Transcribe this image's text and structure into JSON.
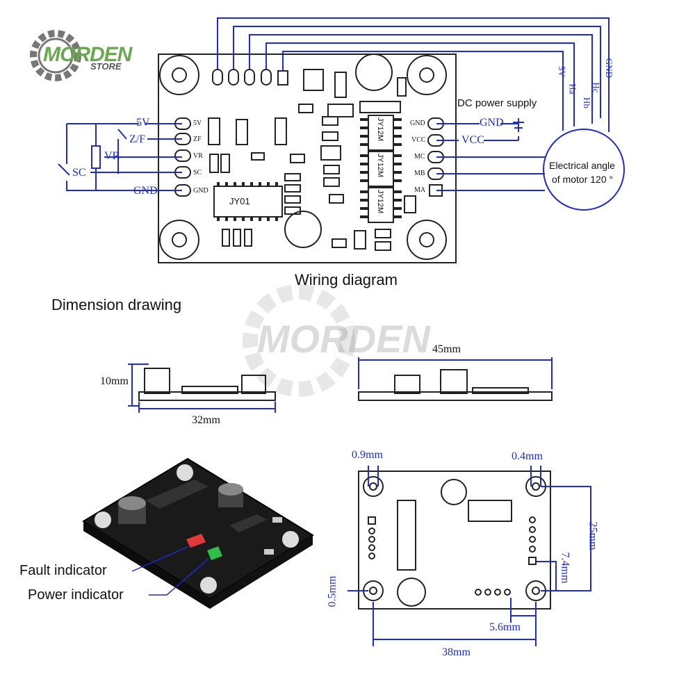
{
  "brand": {
    "name": "MORDEN",
    "sub": "STORE",
    "color": "#6aa84f"
  },
  "colors": {
    "wire": "#1f2bcc",
    "board": "#222222",
    "fault_led": "#e03a3a",
    "power_led": "#2fbf4a"
  },
  "wiring": {
    "title": "Wiring diagram",
    "power_supply": "DC power supply",
    "motor": {
      "line1": "Electrical angle",
      "line2": "of motor 120 °"
    },
    "left_wire_labels": [
      "5V",
      "Z/F",
      "VR",
      "SC",
      "GND"
    ],
    "left_pins": [
      "5V",
      "ZF",
      "VR",
      "SC",
      "GND"
    ],
    "right_pins": [
      "GND",
      "VCC",
      "MC",
      "MB",
      "MA"
    ],
    "right_wire_labels": [
      "GND",
      "VCC"
    ],
    "top_wire_labels": [
      "5V",
      "Ha",
      "Hb",
      "Hc",
      "GND"
    ],
    "chips": [
      "JY12M",
      "JY12M",
      "JY12M"
    ],
    "controller_chip": "JY01"
  },
  "dimension": {
    "title": "Dimension drawing",
    "height": "10mm",
    "side_length": "32mm",
    "front_length": "45mm",
    "hole_left": "0.9mm",
    "hole_right": "0.4mm",
    "edge_left": "0.5mm",
    "height_25": "25mm",
    "offset_74": "7.4mm",
    "pin_pitch": "5.6mm",
    "width_38": "38mm"
  },
  "indicators": {
    "fault": "Fault indicator",
    "power": "Power indicator"
  }
}
